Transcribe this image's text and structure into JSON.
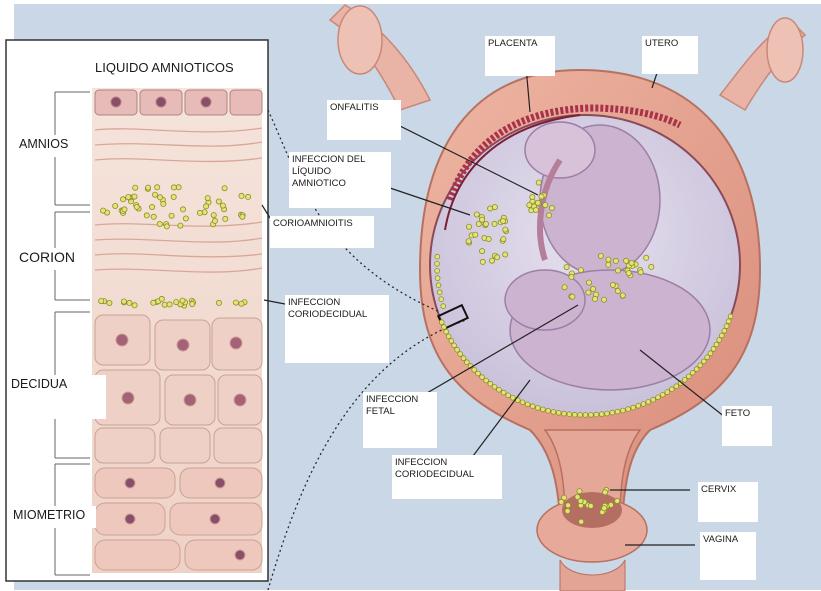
{
  "colors": {
    "background": "#c9d6e6",
    "uterus_wall": "#e7a592",
    "amniotic_fluid": "#d4cfe3",
    "fetus": "#cbb2cf",
    "bacteria": "#e2e478",
    "tissue_panel": "#f3ddd2"
  },
  "icons": [
    "uterus-illustration",
    "fetus-illustration",
    "tissue-cross-section",
    "bacteria-dots",
    "magnify-box"
  ],
  "panel": {
    "title": "LIQUIDO AMNIOTICOS",
    "layers": {
      "amnios": "AMNIOS",
      "corion": "CORION",
      "decidua": "DECIDUA",
      "miometrio": "MIOMETRIO"
    }
  },
  "labels": {
    "corioamnionitis": "CORIOAMNIOITIS",
    "placenta": "PLACENTA",
    "utero": "UTERO",
    "onfalitis": "ONFALITIS",
    "infeccion_liquido": "INFECCION DEL\nLÍQUIDO\nAMNIOTICO",
    "infeccion_coriodecidual_1": "INFECCION\nCORIODECIDUAL",
    "infeccion_fetal": "INFECCION\nFETAL",
    "infeccion_coriodecidual_2": "INFECCION\nCORIODECIDUAL",
    "feto": "FETO",
    "cervix": "CERVIX",
    "vagina": "VAGINA"
  }
}
